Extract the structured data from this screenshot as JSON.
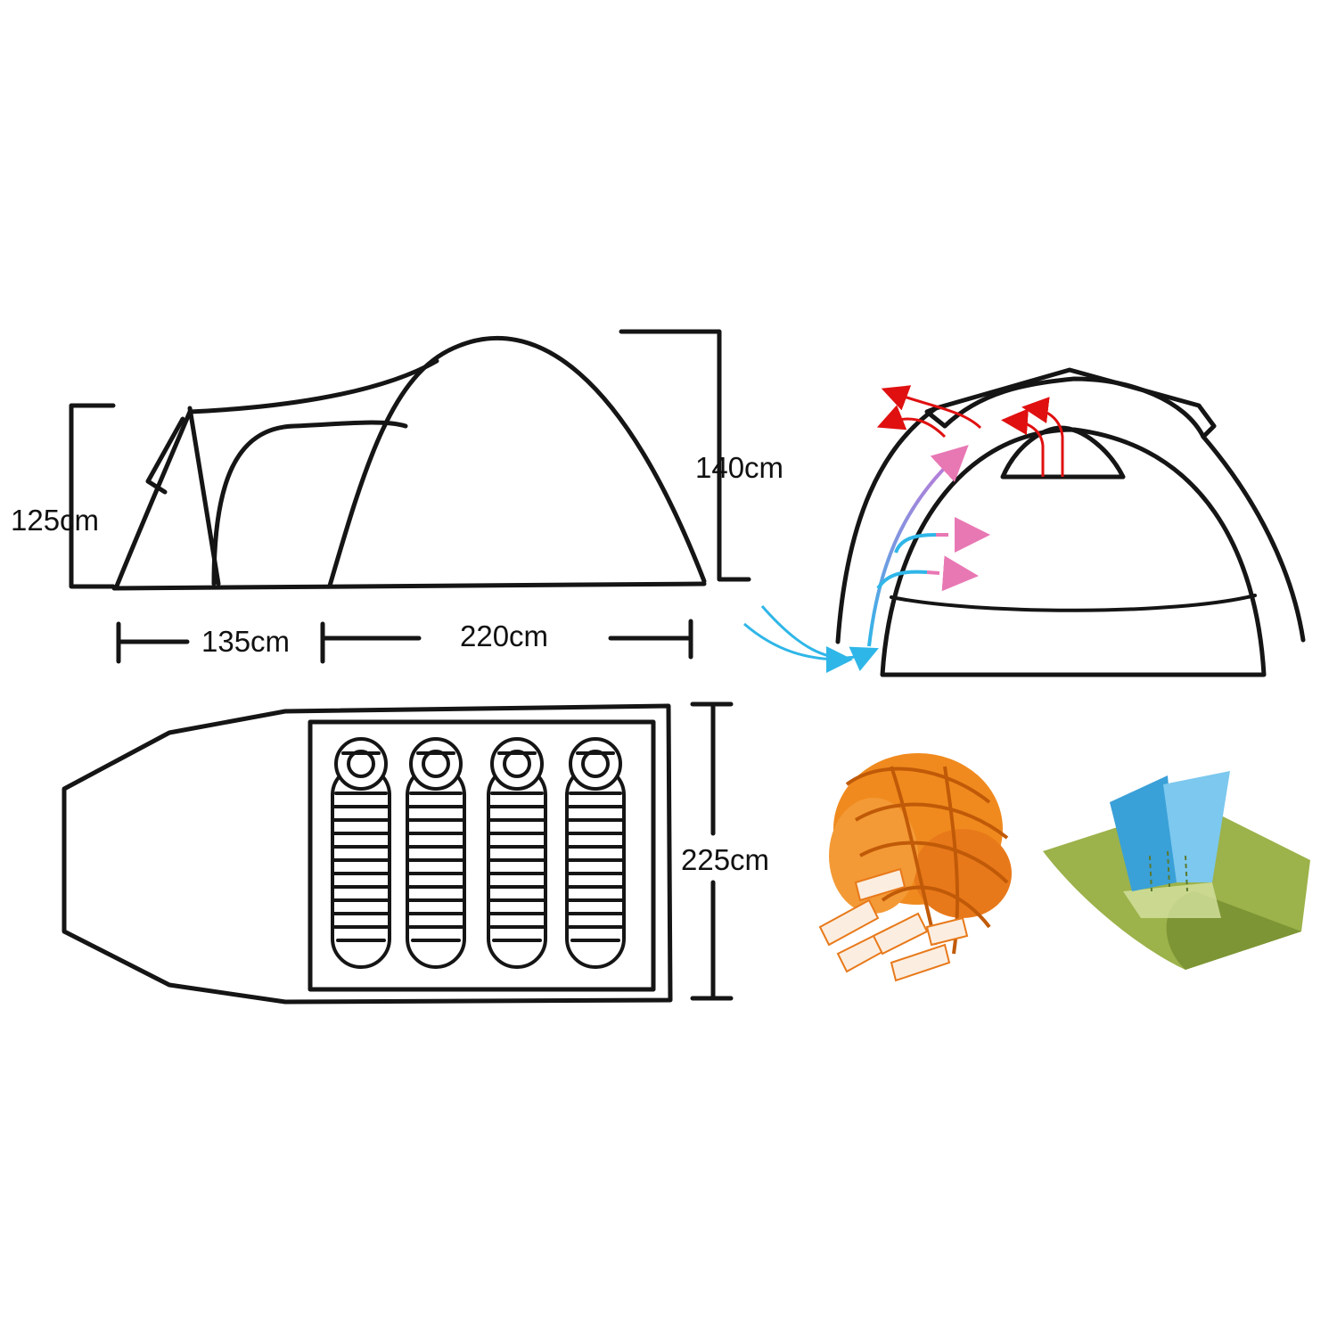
{
  "dimensions": {
    "side_height_vestibule": "125cm",
    "side_height_main": "140cm",
    "length_vestibule": "135cm",
    "length_inner": "220cm",
    "floor_width": "225cm"
  },
  "sleeping_bags": 4,
  "colors": {
    "line": "#151515",
    "hot_air": "#e01010",
    "cool_air": "#2fb6e8",
    "exit_air": "#e878b4",
    "rope": "#f08a1e",
    "pad_green": "#9cb24a",
    "pad_blue": "#3aa0d8"
  },
  "icons": [
    "rope-bundle-icon",
    "ground-pad-icon"
  ]
}
